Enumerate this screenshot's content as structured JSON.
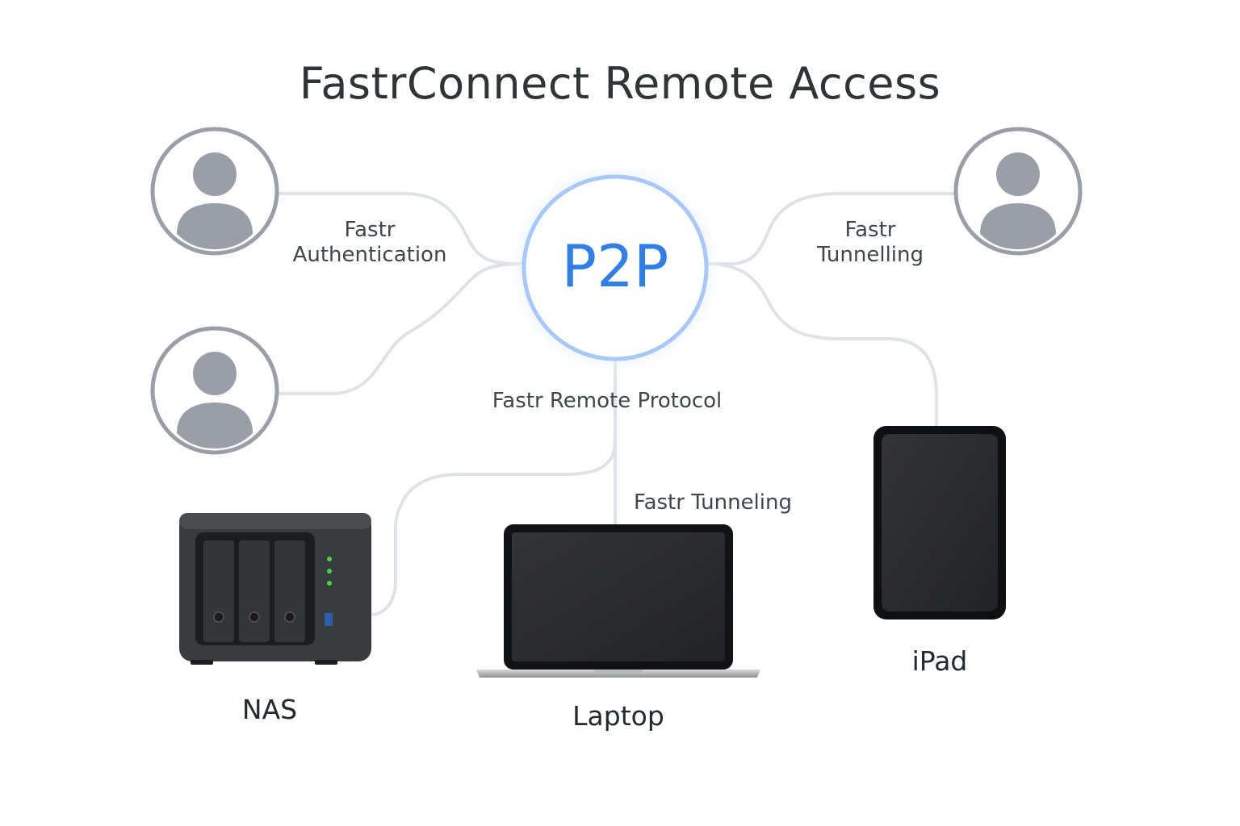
{
  "title": "FastrConnect Remote Access",
  "hub": {
    "label": "P2P"
  },
  "connection_labels": {
    "authentication": [
      "Fastr",
      "Authentication"
    ],
    "tunnelling": [
      "Fastr",
      "Tunnelling"
    ],
    "remote_protocol": "Fastr Remote Protocol",
    "tunneling": "Fastr Tunneling"
  },
  "devices": {
    "nas": "NAS",
    "laptop": "Laptop",
    "ipad": "iPad"
  },
  "icons": {
    "users": [
      "user-avatar-icon",
      "user-avatar-icon",
      "user-avatar-icon"
    ],
    "hub": "p2p-hub-icon",
    "nas": "nas-device-icon",
    "laptop": "laptop-icon",
    "ipad": "tablet-icon"
  },
  "colors": {
    "accent": "#2f7fe6",
    "connector": "#dfe2e6",
    "avatar": "#9a9ea6",
    "device": "#2b2b2b",
    "status_led": "#47d147"
  }
}
